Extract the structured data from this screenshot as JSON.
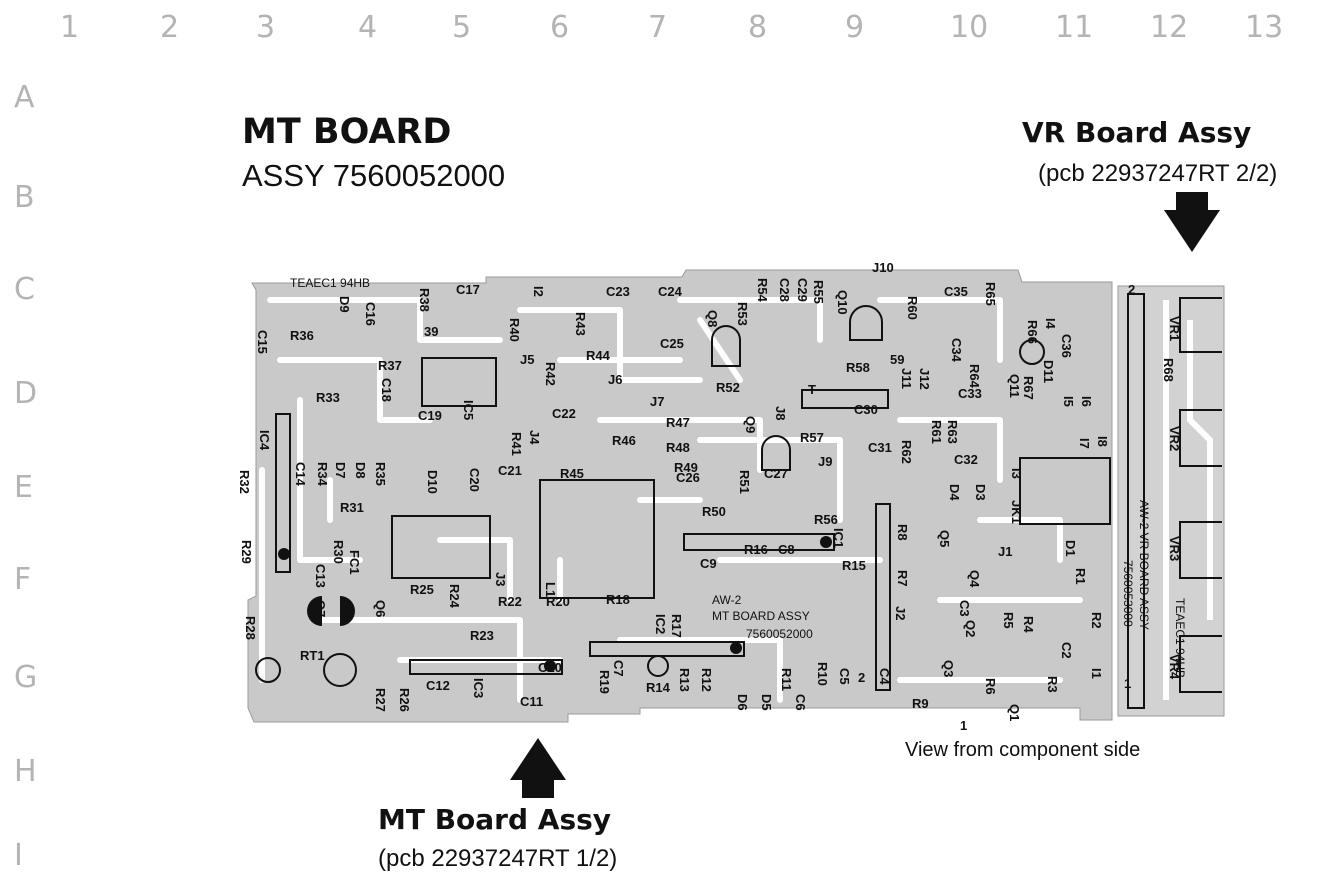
{
  "grid": {
    "columns": [
      "1",
      "2",
      "3",
      "4",
      "5",
      "6",
      "7",
      "8",
      "9",
      "10",
      "11",
      "12",
      "13"
    ],
    "rows": [
      "A",
      "B",
      "C",
      "D",
      "E",
      "F",
      "G",
      "H",
      "I"
    ]
  },
  "mt_board": {
    "title": "MT BOARD",
    "assy": "ASSY 7560052000",
    "silkscreen_brand": "TEAEC1 94HB",
    "silkscreen_name": "MT BOARD ASSY",
    "silkscreen_number": "7560052000",
    "silkscreen_aw": "AW-2"
  },
  "vr_board": {
    "title": "VR Board Assy",
    "pcb": "(pcb 22937247RT 2/2)",
    "silkscreen_aw": "AW-2 VR BOARD ASSY",
    "silkscreen_number": "7560053000",
    "silkscreen_brand": "TEAEC1 94HB"
  },
  "mt_assy_label": {
    "title": "MT Board Assy",
    "pcb": "(pcb 22937247RT 1/2)"
  },
  "view_note": "View from component side",
  "components": {
    "R36": "R36",
    "R37": "R37",
    "R33": "R33",
    "R38": "R38",
    "R39": "39",
    "R40": "R40",
    "R41": "R41",
    "R42": "R42",
    "R43": "R43",
    "R44": "R44",
    "R45": "R45",
    "R46": "R46",
    "R47": "R47",
    "R48": "R48",
    "R49": "R49",
    "R50": "R50",
    "R51": "R51",
    "R52": "R52",
    "R53": "R53",
    "R54": "R54",
    "R55": "R55",
    "R56": "R56",
    "R57": "R57",
    "R58": "R58",
    "R59": "59",
    "R60": "R60",
    "R61": "R61",
    "R62": "R62",
    "R63": "R63",
    "R64": "R64",
    "R65": "R65",
    "R66": "R66",
    "R67": "R67",
    "R68": "R68",
    "R32": "R32",
    "R34": "R34",
    "R35": "R35",
    "R31": "R31",
    "R30": "R30",
    "R29": "R29",
    "R28": "R28",
    "R25": "R25",
    "R24": "R24",
    "R22": "R22",
    "R20": "R20",
    "R18": "R18",
    "R17": "R17",
    "R16": "R16",
    "R15": "R15",
    "R13": "R13",
    "R12": "R12",
    "R14": "R14",
    "R19": "R19",
    "R23": "R23",
    "R26": "R26",
    "R27": "R27",
    "R2": "R2",
    "R3": "R3",
    "R4": "R4",
    "R5": "R5",
    "R6": "R6",
    "R7": "R7",
    "R8": "R8",
    "R9": "R9",
    "R10": "R10",
    "R11": "R11",
    "R1": "R1",
    "C15": "C15",
    "C16": "C16",
    "C17": "C17",
    "C18": "C18",
    "C19": "C19",
    "C14": "C14",
    "C20": "C20",
    "C21": "C21",
    "C22": "C22",
    "C23": "C23",
    "C24": "C24",
    "C25": "C25",
    "C26": "C26",
    "C27": "C27",
    "C28": "C28",
    "C29": "C29",
    "C30": "C30",
    "C31": "C31",
    "C32": "C32",
    "C33": "C33",
    "C34": "C34",
    "C35": "C35",
    "C36": "C36",
    "C13": "C13",
    "C12": "C12",
    "C11": "C11",
    "C10": "C10",
    "C9": "C9",
    "C8": "C8",
    "C7": "C7",
    "C6": "C6",
    "C5": "C5",
    "C4": "C4",
    "C3": "C3",
    "C2": "C2",
    "D1": "D1",
    "D3": "D3",
    "D4": "D4",
    "D5": "D5",
    "D6": "D6",
    "D7": "D7",
    "D8": "D8",
    "D9": "D9",
    "D10": "D10",
    "D11": "D11",
    "Q1": "Q1",
    "Q2": "Q2",
    "Q3": "Q3",
    "Q4": "Q4",
    "Q5": "Q5",
    "Q6": "Q6",
    "Q7": "Q7",
    "Q8": "Q8",
    "Q9": "Q9",
    "Q10": "Q10",
    "Q11": "Q11",
    "IC1": "IC1",
    "IC2": "IC2",
    "IC3": "IC3",
    "IC4": "IC4",
    "IC5": "IC5",
    "J1": "J1",
    "J2": "J2",
    "J3": "J3",
    "J4": "J4",
    "J5": "J5",
    "J6": "J6",
    "J7": "J7",
    "J8": "J8",
    "J9": "J9",
    "J10": "J10",
    "J11": "J11",
    "J12": "J12",
    "I1": "I1",
    "I2": "I2",
    "I3": "I3",
    "I4": "I4",
    "I5": "I5",
    "I6": "I6",
    "I7": "I7",
    "I8": "I8",
    "L1": "L1",
    "FC1": "FC1",
    "RT1": "RT1",
    "JK1": "JK1",
    "VR1": "VR1",
    "VR2": "VR2",
    "VR3": "VR3",
    "VR4": "VR4",
    "pin1": "1",
    "pin2": "2",
    "pin2b": "2",
    "pin1b": "1",
    "T": "T"
  },
  "colors": {
    "pcb": "#c9c9c9",
    "trace": "#ffffff",
    "ink": "#111111",
    "grid_label": "#b4b4b4"
  }
}
